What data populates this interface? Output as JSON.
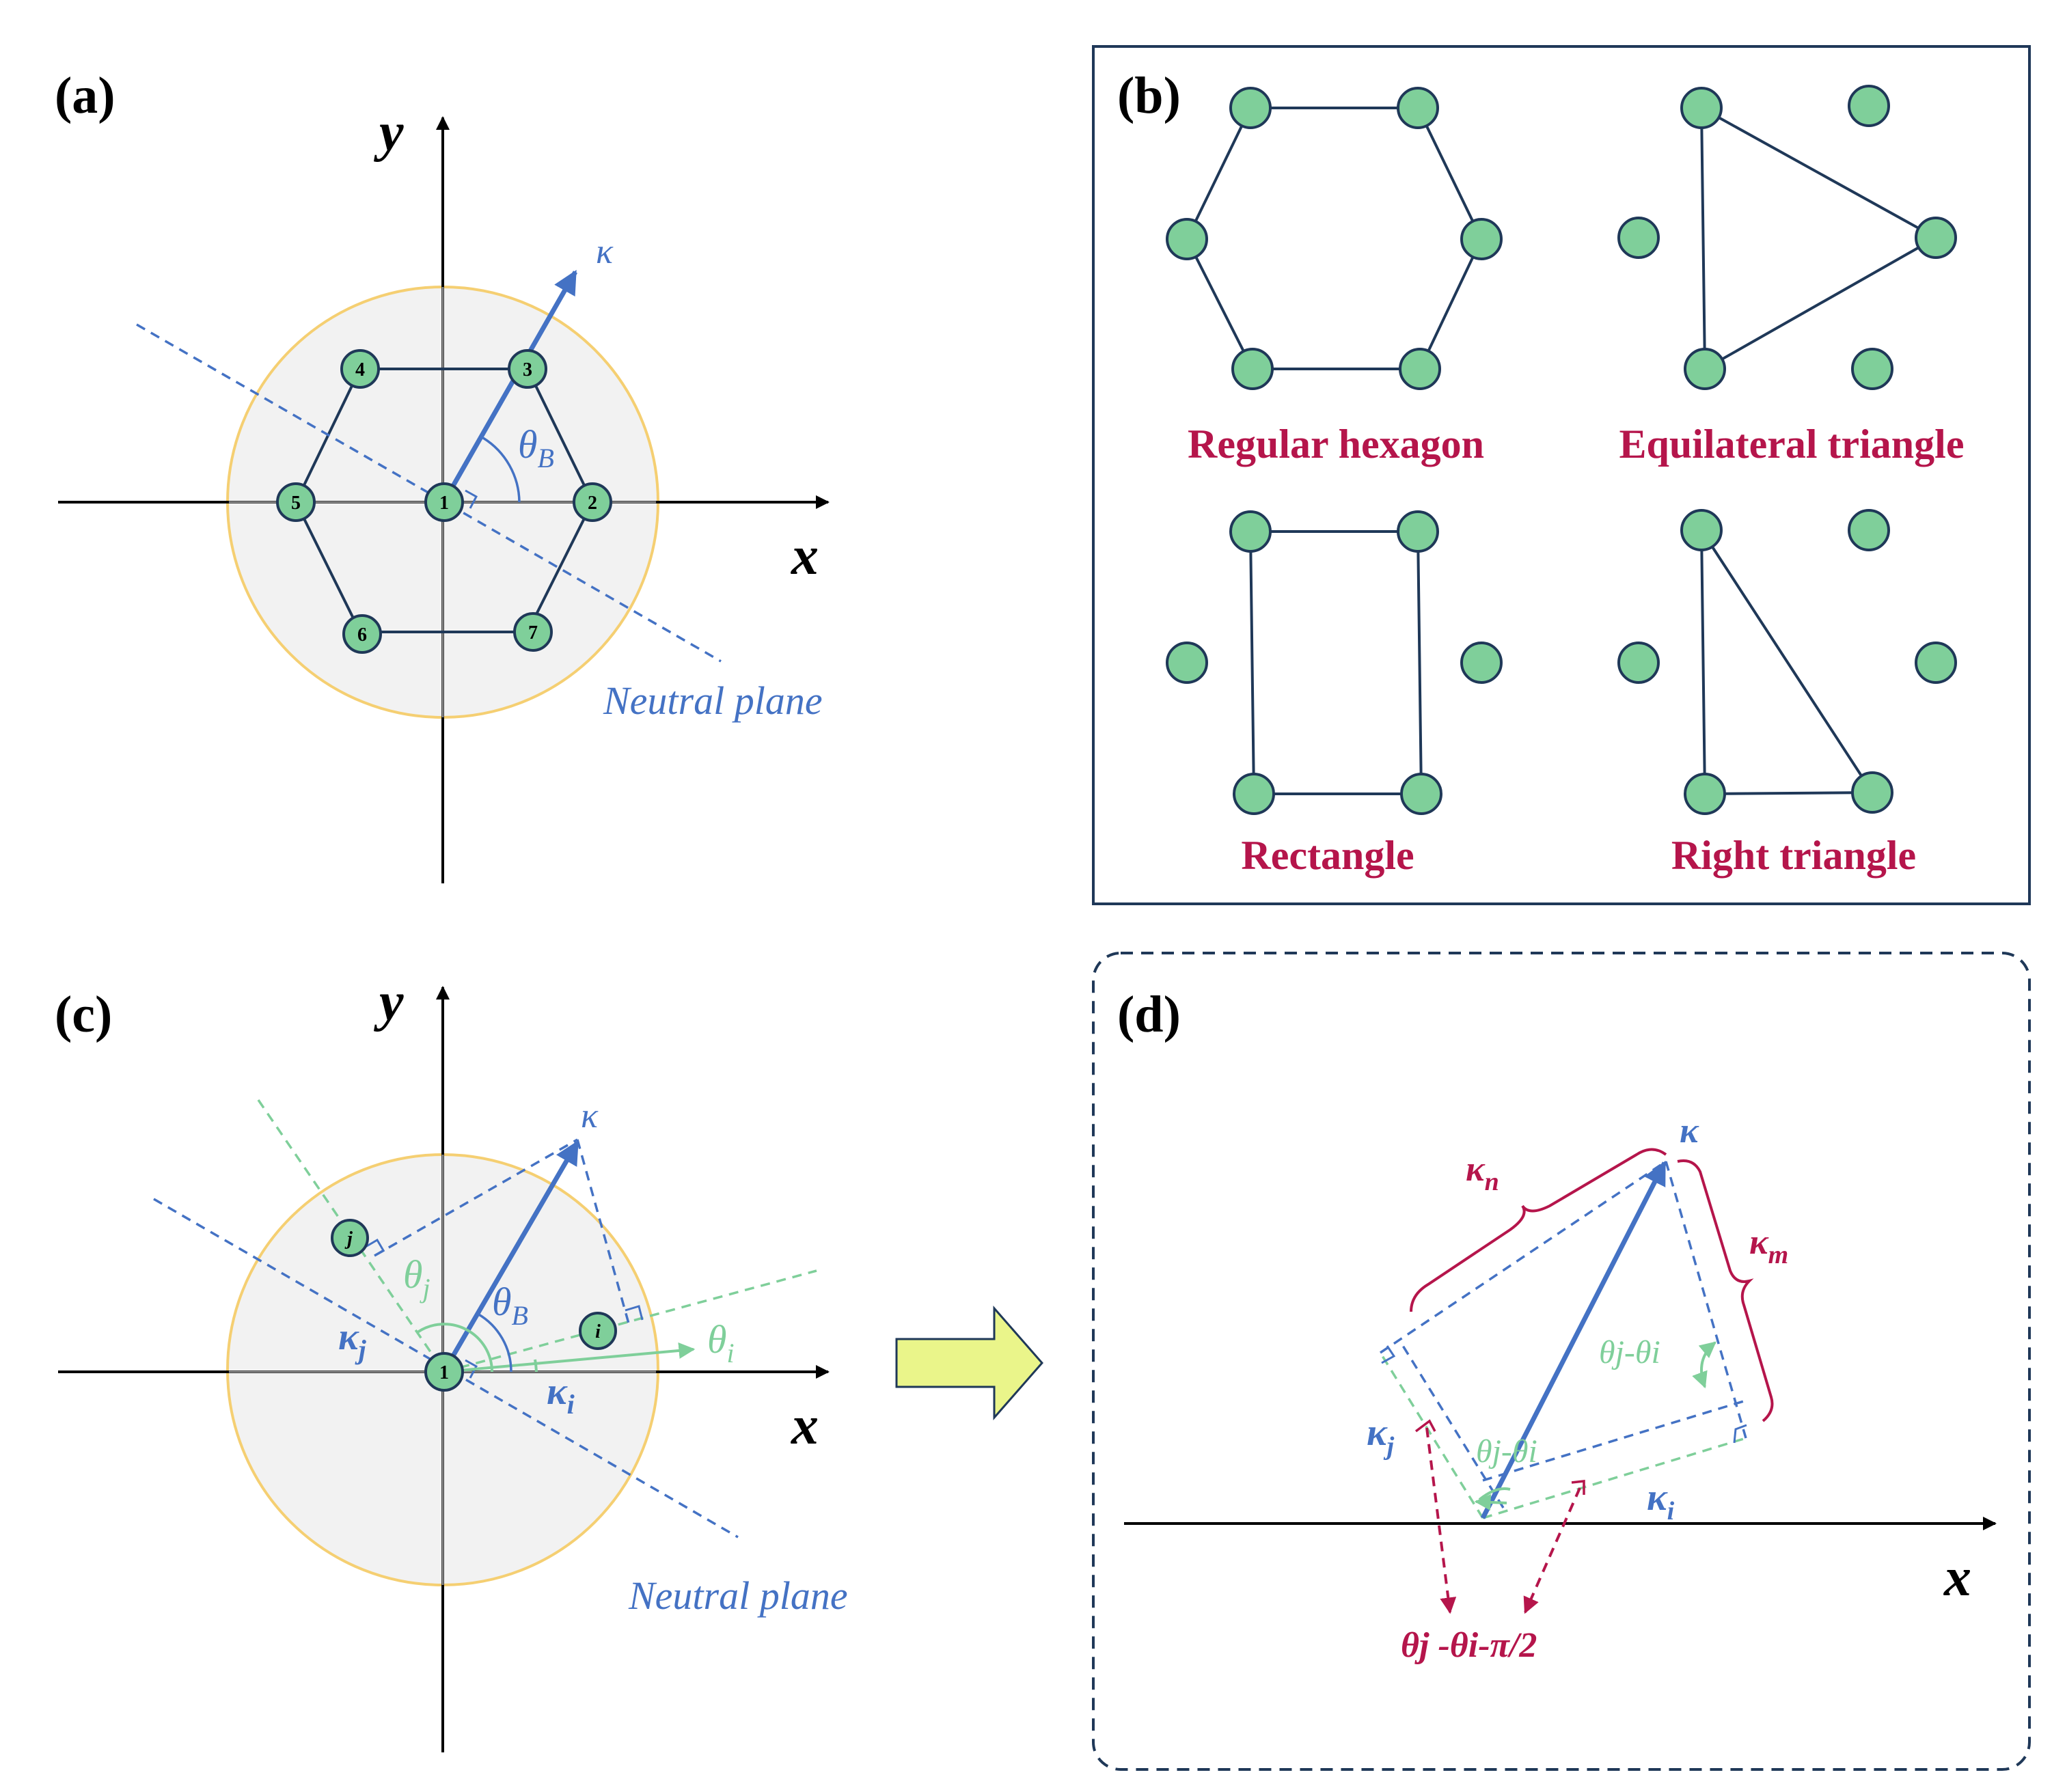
{
  "panels": {
    "a": {
      "label": "(a)",
      "x_axis": "x",
      "y_axis": "y",
      "kappa": "κ",
      "theta": "θ",
      "theta_sub": "B",
      "neutral_plane": "Neutral plane",
      "nodes": [
        "1",
        "2",
        "3",
        "4",
        "5",
        "6",
        "7"
      ]
    },
    "b": {
      "label": "(b)",
      "shapes": [
        "Regular hexagon",
        "Equilateral triangle",
        "Rectangle",
        "Right triangle"
      ]
    },
    "c": {
      "label": "(c)",
      "x_axis": "x",
      "y_axis": "y",
      "kappa": "κ",
      "kappa_i": "κ",
      "sub_i": "i",
      "kappa_j": "κ",
      "sub_j": "j",
      "theta_B": "θ",
      "sub_B": "B",
      "theta_i": "θ",
      "theta_j": "θ",
      "neutral_plane": "Neutral plane",
      "node_center": "1",
      "node_i": "i",
      "node_j": "j"
    },
    "d": {
      "label": "(d)",
      "x_axis": "x",
      "kappa": "κ",
      "kappa_n": "κ",
      "sub_n": "n",
      "kappa_m": "κ",
      "sub_m": "m",
      "kappa_i": "κ",
      "sub_i": "i",
      "kappa_j": "κ",
      "sub_j": "j",
      "angle_diff_1": "θj-θi",
      "angle_diff_2": "θj-θi",
      "angle_bottom": "θj -θi-π/2"
    }
  },
  "colors": {
    "node_fill": "#7fcf9a",
    "node_stroke": "#1f3858",
    "blue": "#4472c4",
    "green": "#7fcf9a",
    "red": "#b5154b",
    "circle_fill": "#f2f2f2",
    "circle_stroke": "#f5cf72",
    "arrow_fill": "#eaf58a",
    "box_stroke": "#1f3858"
  }
}
